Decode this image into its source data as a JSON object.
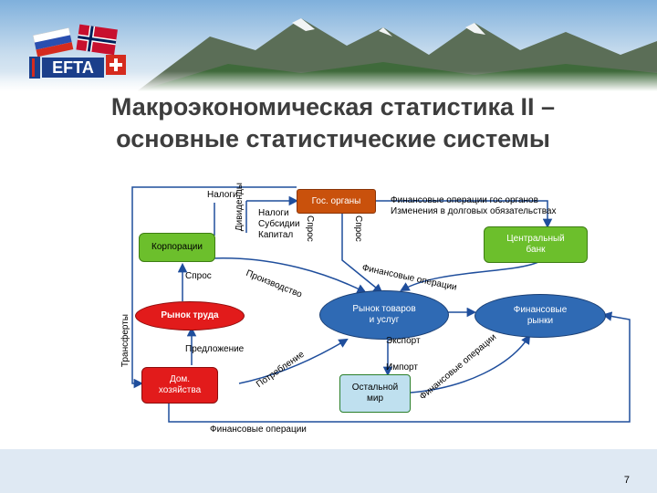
{
  "logo": {
    "text": "EFTA"
  },
  "title": {
    "line1": "Макроэкономическая статистика II –",
    "line2": "основные статистические системы"
  },
  "nodes": {
    "gov": "Гос. органы",
    "corporations": "Корпорации",
    "labor_market": "Рынок труда",
    "households": "Дом. хозяйства",
    "goods_market": "Рынок товаров и услуг",
    "central_bank": "Центральный банк",
    "financial_markets": "Финансовые рынки",
    "rest_of_world": "Остальной мир"
  },
  "labels": {
    "taxes_left": "Налоги",
    "dividends": "Дивиденды",
    "gov_flows_1": "Налоги",
    "gov_flows_2": "Субсидии",
    "gov_flows_3": "Капитал",
    "demand_vertical_1": "Спрос",
    "demand_vertical_2": "Спрос",
    "gov_fin_ops_1": "Финансовые операции гос.органов",
    "gov_fin_ops_2": "Изменения в долговых обязательствах",
    "production": "Производство",
    "financial_ops_curve_1": "Финансовые операции",
    "demand_left": "Спрос",
    "transfers": "Трансферты",
    "supply": "Предложение",
    "consumption": "Потребление",
    "export": "Экспорт",
    "import": "Импорт",
    "financial_ops_curve_2": "Финансовые операции",
    "financial_ops_bottom": "Финансовые операции"
  },
  "page": {
    "number": "7"
  },
  "colors": {
    "title": "#3d3d3d",
    "gov_fill": "#c9510c",
    "green": "#6cbf2c",
    "red": "#e21b1b",
    "blue_node": "#2f6ab4",
    "cyan_node": "#bfe0ef",
    "arrow": "#1f4e9c"
  }
}
